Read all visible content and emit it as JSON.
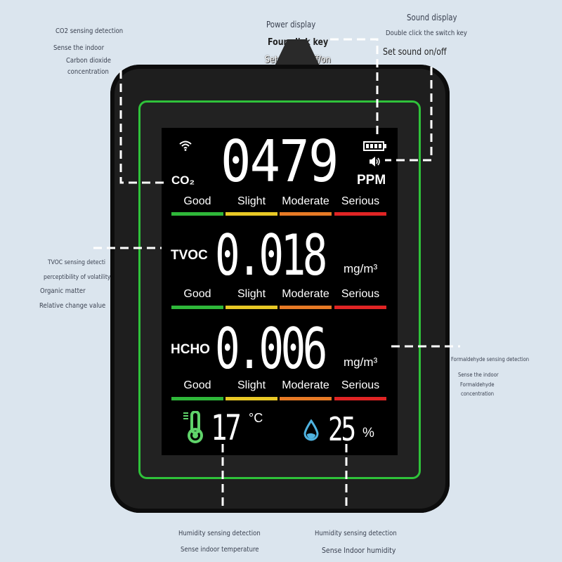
{
  "annotations": {
    "co2": {
      "title": "CO2 sensing detection",
      "line1": "Sense the indoor",
      "line2": "Carbon dioxide",
      "line3": "concentration"
    },
    "power": {
      "title": "Power display",
      "key": "Four-click key",
      "action": "Set screen off/on"
    },
    "sound": {
      "title": "Sound display",
      "key": "Double click the switch key",
      "action": "Set sound on/off"
    },
    "tvoc": {
      "title": "TVOC sensing detecti",
      "line1": "perceptibility of volatility",
      "line2": "Organic matter",
      "line3": "Relative change value"
    },
    "hcho": {
      "title": "Formaldehyde sensing detection",
      "line1": "Sense the indoor",
      "line2": "Formaldehyde",
      "line3": "concentration"
    },
    "temperature": {
      "title": "Humidity sensing detection",
      "line1": "Sense indoor temperature"
    },
    "humidity": {
      "title": "Humidity sensing detection",
      "line1": "Sense Indoor humidity"
    }
  },
  "display": {
    "co2": {
      "label": "CO₂",
      "value": "0479",
      "unit": "PPM"
    },
    "tvoc": {
      "label": "TVOC",
      "value": "0.018",
      "unit": "mg/m³"
    },
    "hcho": {
      "label": "HCHO",
      "value": "0.006",
      "unit": "mg/m³"
    },
    "levels": [
      "Good",
      "Slight",
      "Moderate",
      "Serious"
    ],
    "level_colors": [
      "#2fb83a",
      "#e8c825",
      "#e77a25",
      "#e02424"
    ],
    "temperature": {
      "value": "17",
      "unit": "°C"
    },
    "humidity": {
      "value": "25",
      "unit": "%"
    },
    "icons": [
      "wifi-icon",
      "battery-icon",
      "speaker-icon",
      "thermometer-icon",
      "water-drop-icon"
    ],
    "frame_color": "#2fc23a"
  }
}
